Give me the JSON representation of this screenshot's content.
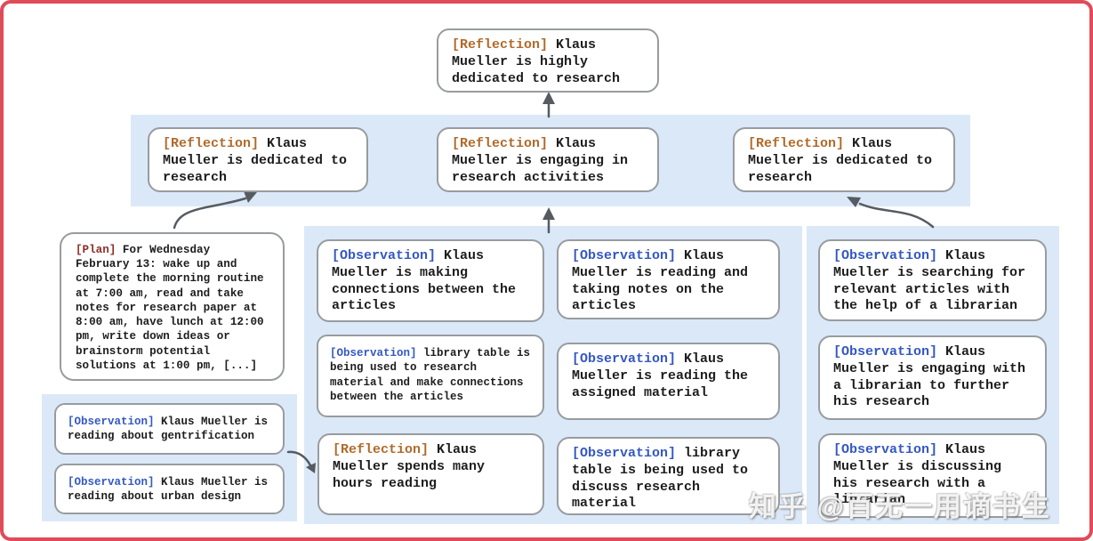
{
  "page": {
    "frame_color": "#e04b59",
    "band_color": "#dbe8f8",
    "box_border_color": "#989c9f",
    "arrow_color": "#565b61",
    "body_text_color": "#1d1d1d",
    "reflection_tag_color": "#b06a2a",
    "observation_tag_color": "#3457c4",
    "plan_tag_color": "#8e2f28"
  },
  "nodes": {
    "root": {
      "tag": "[Reflection]",
      "text": "Klaus Mueller is highly dedicated to research"
    },
    "reflection_left": {
      "tag": "[Reflection]",
      "text": "Klaus Mueller is dedicated to research"
    },
    "reflection_mid": {
      "tag": "[Reflection]",
      "text": "Klaus Mueller is engaging in research activities"
    },
    "reflection_right": {
      "tag": "[Reflection]",
      "text": "Klaus Mueller is dedicated to research"
    },
    "plan": {
      "tag": "[Plan]",
      "text": "For Wednesday February 13: wake up and complete the morning routine at 7:00 am, read and take notes for research paper at 8:00 am, have lunch at 12:00 pm, write down ideas or brainstorm potential solutions at 1:00 pm, [...]"
    },
    "obs_gentrification": {
      "tag": "[Observation]",
      "text": "Klaus Mueller is reading about gentrification"
    },
    "obs_urban_design": {
      "tag": "[Observation]",
      "text": "Klaus Mueller is reading about urban design"
    },
    "obs_connections": {
      "tag": "[Observation]",
      "text": "Klaus Mueller is making connections between the articles"
    },
    "obs_library_research": {
      "tag": "[Observation]",
      "text": "library table is being used to research material and make connections between the articles"
    },
    "reflection_hours": {
      "tag": "[Reflection]",
      "text": "Klaus Mueller spends many hours reading"
    },
    "obs_taking_notes": {
      "tag": "[Observation]",
      "text": "Klaus Mueller is reading and taking notes on the articles"
    },
    "obs_assigned": {
      "tag": "[Observation]",
      "text": "Klaus Mueller is reading the assigned material"
    },
    "obs_library_discuss": {
      "tag": "[Observation]",
      "text": "library table is being used to discuss research material"
    },
    "obs_searching": {
      "tag": "[Observation]",
      "text": "Klaus Mueller is searching for relevant articles with the help of a librarian"
    },
    "obs_engaging_librarian": {
      "tag": "[Observation]",
      "text": "Klaus Mueller is engaging with a librarian to further his research"
    },
    "obs_discussing": {
      "tag": "[Observation]",
      "text": "Klaus Mueller is discussing his research with a librarian"
    }
  },
  "watermark": "知乎 @百无一用谪书生"
}
